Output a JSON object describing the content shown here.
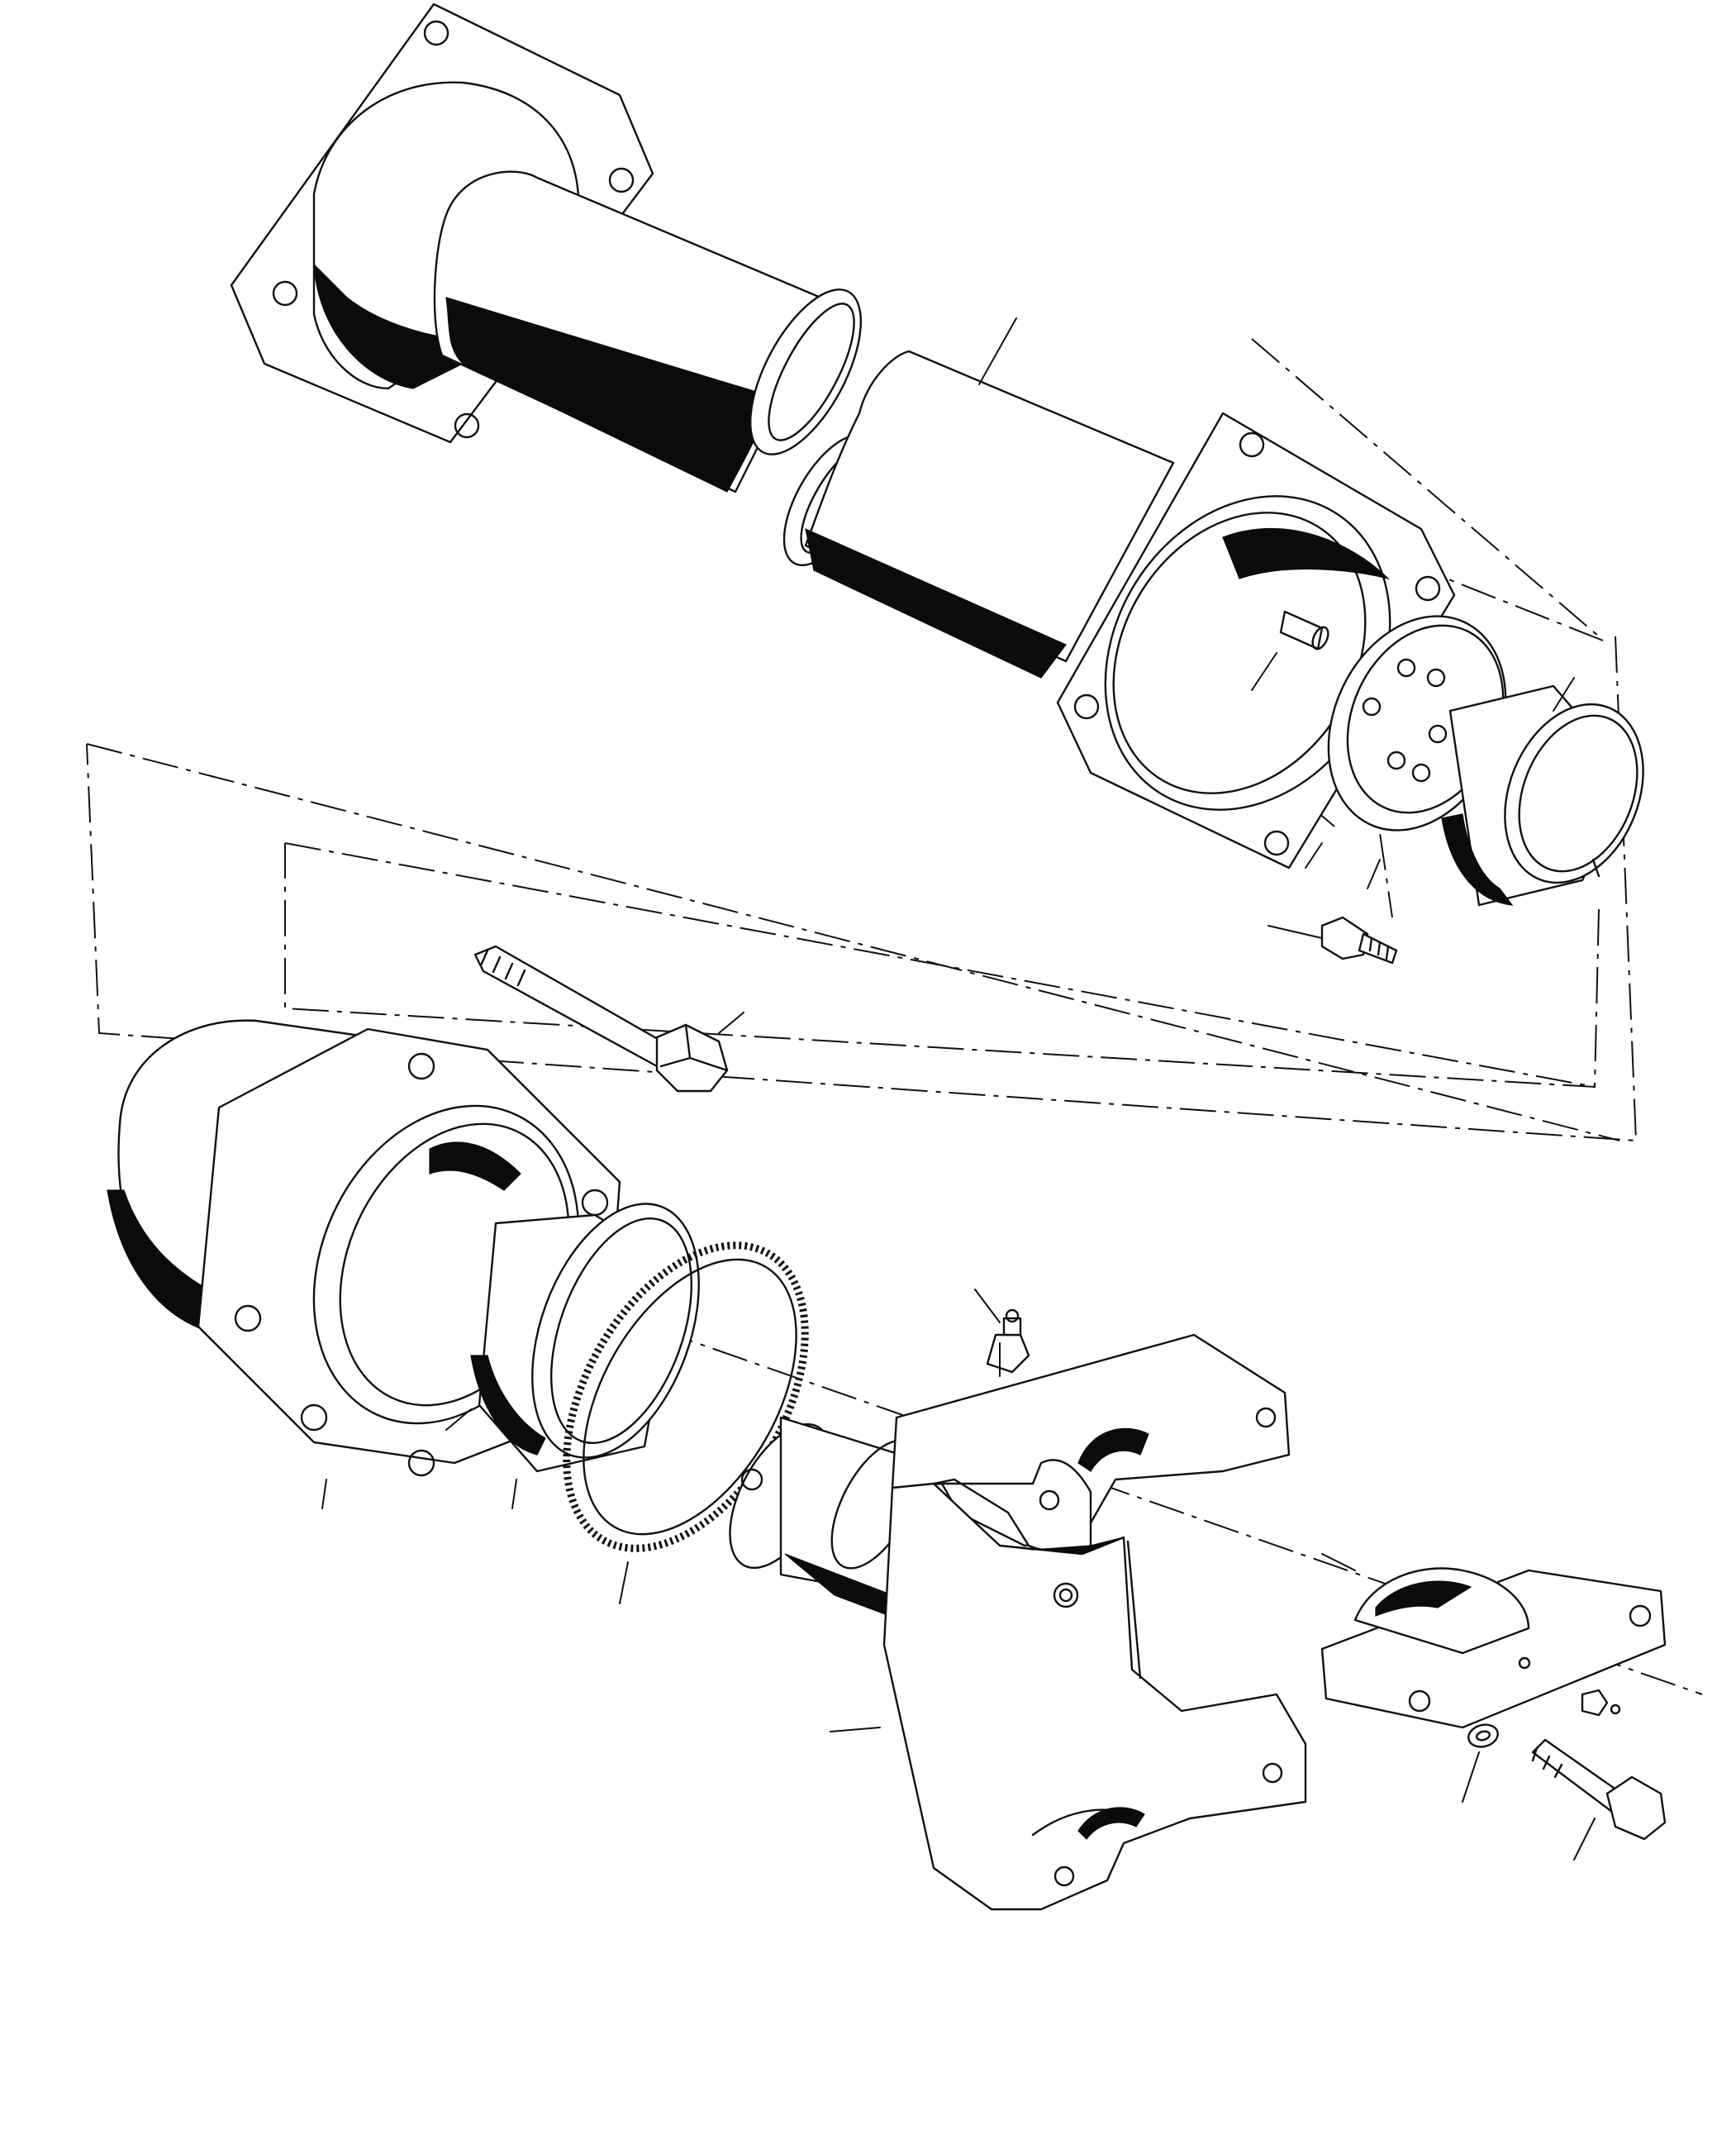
{
  "figure": {
    "type": "exploded-parts-diagram",
    "parts": [
      {
        "name": "outer-housing-tube",
        "icon": "flanged-tube"
      },
      {
        "name": "inner-sliding-tube",
        "icon": "flanged-tube"
      },
      {
        "name": "dowel-pin",
        "icon": "pin"
      },
      {
        "name": "thrust-washer-plate",
        "icon": "perforated-disc"
      },
      {
        "name": "split-bushing",
        "icon": "split-sleeve"
      },
      {
        "name": "small-screw",
        "icon": "screw"
      },
      {
        "name": "long-bolt",
        "icon": "bolt"
      },
      {
        "name": "hexagonal-flange-housing",
        "icon": "flanged-tube"
      },
      {
        "name": "bearing-race",
        "icon": "ring"
      },
      {
        "name": "gasket-ring",
        "icon": "gasket"
      },
      {
        "name": "grease-fitting",
        "icon": "nipple"
      },
      {
        "name": "yoke",
        "icon": "yoke"
      },
      {
        "name": "clamp-cap",
        "icon": "cap"
      },
      {
        "name": "lock-washer",
        "icon": "washer"
      },
      {
        "name": "cap-bolt",
        "icon": "bolt"
      }
    ],
    "style": {
      "ink": "#111111",
      "paper": "#ffffff"
    }
  }
}
